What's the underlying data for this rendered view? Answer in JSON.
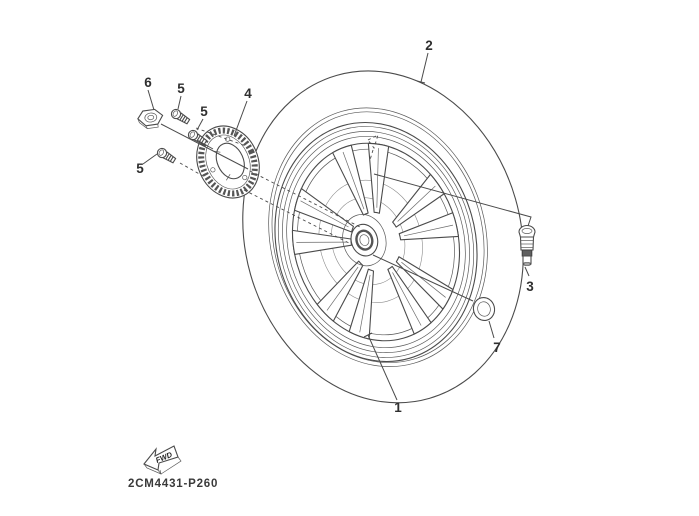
{
  "diagram": {
    "part_code": "2CM4431-P260",
    "fwd_label": "FWD",
    "callouts": {
      "c1": "1",
      "c2": "2",
      "c3": "3",
      "c4": "4",
      "c5a": "5",
      "c5b": "5",
      "c5c": "5",
      "c6": "6",
      "c7": "7"
    },
    "colors": {
      "background": "#ffffff",
      "line": "#4b4b4b",
      "text": "#2f2f2f"
    }
  }
}
